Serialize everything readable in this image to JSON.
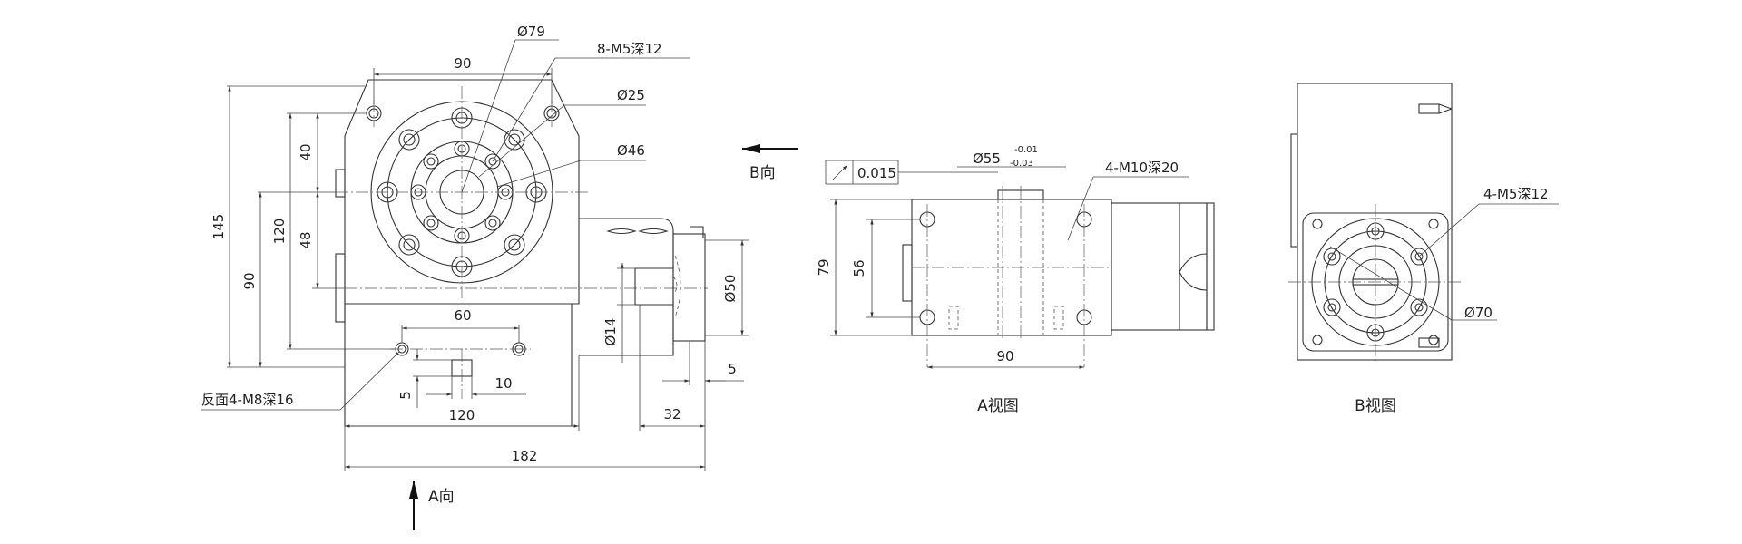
{
  "front": {
    "dim_90_top": "90",
    "dim_145": "145",
    "dim_90_vertical": "90",
    "dim_120_vertical": "120",
    "dim_40": "40",
    "dim_48": "48",
    "dim_60": "60",
    "dim_10": "10",
    "dim_5_key": "5",
    "dim_120_horizontal": "120",
    "dim_182": "182",
    "dim_32": "32",
    "dim_5_flange": "5",
    "dim_d14": "Ø14",
    "dim_d50": "Ø50",
    "callout_d79": "Ø79",
    "callout_8m5": "8-M5深12",
    "callout_d25": "Ø25",
    "callout_d46": "Ø46",
    "callout_back_m8": "反面4-M8深16",
    "arrow_b": "B向",
    "arrow_a": "A向"
  },
  "view_a": {
    "tolerance": "0.015",
    "dim_d55": "Ø55",
    "tol_upper": "-0.01",
    "tol_lower": "-0.03",
    "callout_m10": "4-M10深20",
    "dim_79": "79",
    "dim_56": "56",
    "dim_90": "90",
    "caption": "A视图"
  },
  "view_b": {
    "callout_m5": "4-M5深12",
    "callout_d70": "Ø70",
    "caption": "B视图"
  }
}
